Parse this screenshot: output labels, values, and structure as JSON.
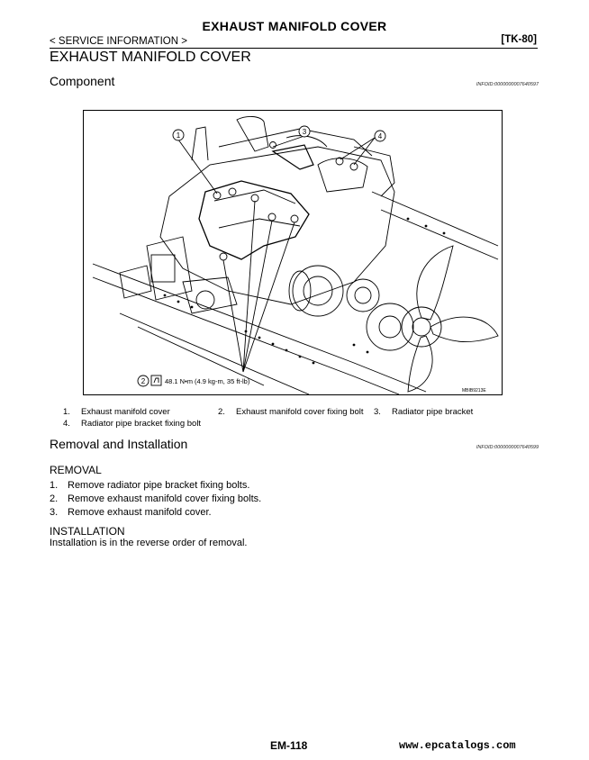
{
  "header": {
    "page_title": "EXHAUST MANIFOLD COVER",
    "breadcrumb": "< SERVICE INFORMATION >",
    "model_code": "[TK-80]"
  },
  "section": {
    "title": "EXHAUST MANIFOLD COVER"
  },
  "component": {
    "heading": "Component",
    "info_id": "INFOID:0000000007640597",
    "figure": {
      "callout_1": "1",
      "callout_2": "2",
      "callout_3": "3",
      "callout_4": "4",
      "torque_spec": "48.1 N•m (4.9 kg-m, 35 ft-lb)",
      "figure_code": "MBIB9213E"
    },
    "legend": [
      {
        "num": "1.",
        "label": "Exhaust manifold cover"
      },
      {
        "num": "2.",
        "label": "Exhaust manifold cover fixing bolt"
      },
      {
        "num": "3.",
        "label": "Radiator pipe bracket"
      },
      {
        "num": "4.",
        "label": "Radiator pipe bracket fixing bolt"
      }
    ]
  },
  "removal_installation": {
    "heading": "Removal and Installation",
    "info_id": "INFOID:0000000007640599",
    "removal_heading": "REMOVAL",
    "steps": [
      {
        "num": "1.",
        "text": "Remove radiator pipe bracket fixing bolts."
      },
      {
        "num": "2.",
        "text": "Remove exhaust manifold cover fixing bolts."
      },
      {
        "num": "3.",
        "text": "Remove exhaust manifold cover."
      }
    ],
    "installation_heading": "INSTALLATION",
    "installation_text": "Installation is in the reverse order of removal."
  },
  "footer": {
    "page_number": "EM-118",
    "website": "www.epcatalogs.com"
  }
}
